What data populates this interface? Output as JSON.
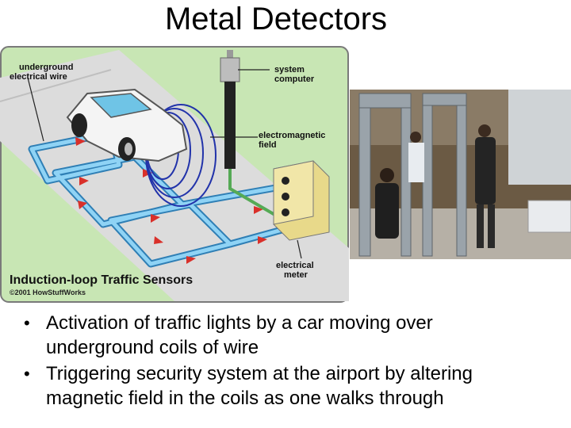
{
  "slide": {
    "title": "Metal Detectors"
  },
  "diagram": {
    "caption": "Induction-loop Traffic Sensors",
    "credit": "©2001 HowStuffWorks",
    "labels": {
      "underground_wire_line1": "underground",
      "underground_wire_line2": "electrical wire",
      "system_computer_line1": "system",
      "system_computer_line2": "computer",
      "em_field_line1": "electromagnetic",
      "em_field_line2": "field",
      "meter_line1": "electrical",
      "meter_line2": "meter"
    },
    "colors": {
      "grass": "#c8e6b4",
      "road": "#d9d9d9",
      "wire": "#7ec8ee",
      "arrow": "#d9302a",
      "border": "#7a7a7a"
    }
  },
  "photo": {
    "subject": "airport-security-walkthrough-scanner"
  },
  "bullets": [
    {
      "line1": "Activation of traffic lights by a car moving over",
      "line2": "underground coils of wire"
    },
    {
      "line1": "Triggering security system at the airport by altering",
      "line2": "magnetic field in the coils as one walks through"
    }
  ]
}
